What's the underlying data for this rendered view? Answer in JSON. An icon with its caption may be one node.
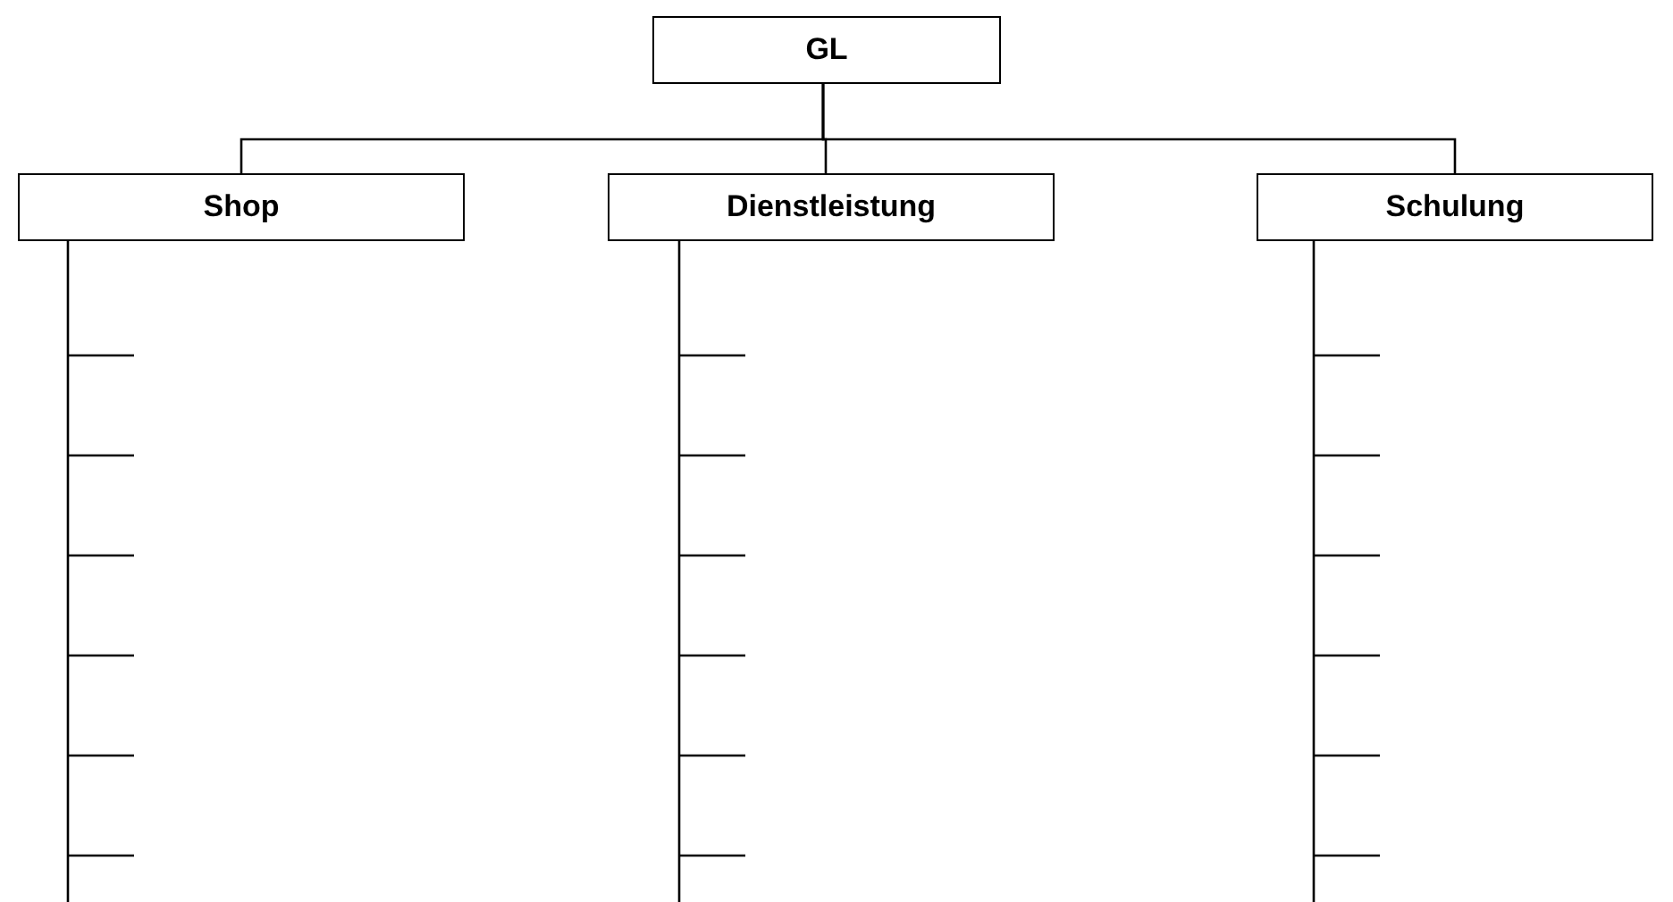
{
  "diagram": {
    "nodes": [
      {
        "text": [
          "GL"
        ]
      },
      {
        "text": [
          "Shop"
        ]
      },
      {
        "text": [
          "Dienstleistung"
        ]
      },
      {
        "text": [
          "Schulung"
        ]
      }
    ],
    "edges": [
      {
        "from": 0,
        "to": 1,
        "arrow": "none"
      },
      {
        "from": 0,
        "to": 2,
        "arrow": "none"
      },
      {
        "from": 0,
        "to": 3,
        "arrow": "none"
      },
      {
        "from": 1,
        "to": null,
        "arrow": "none"
      },
      {
        "from": 2,
        "to": null,
        "arrow": "none"
      },
      {
        "from": 3,
        "to": null,
        "arrow": "none"
      }
    ]
  }
}
